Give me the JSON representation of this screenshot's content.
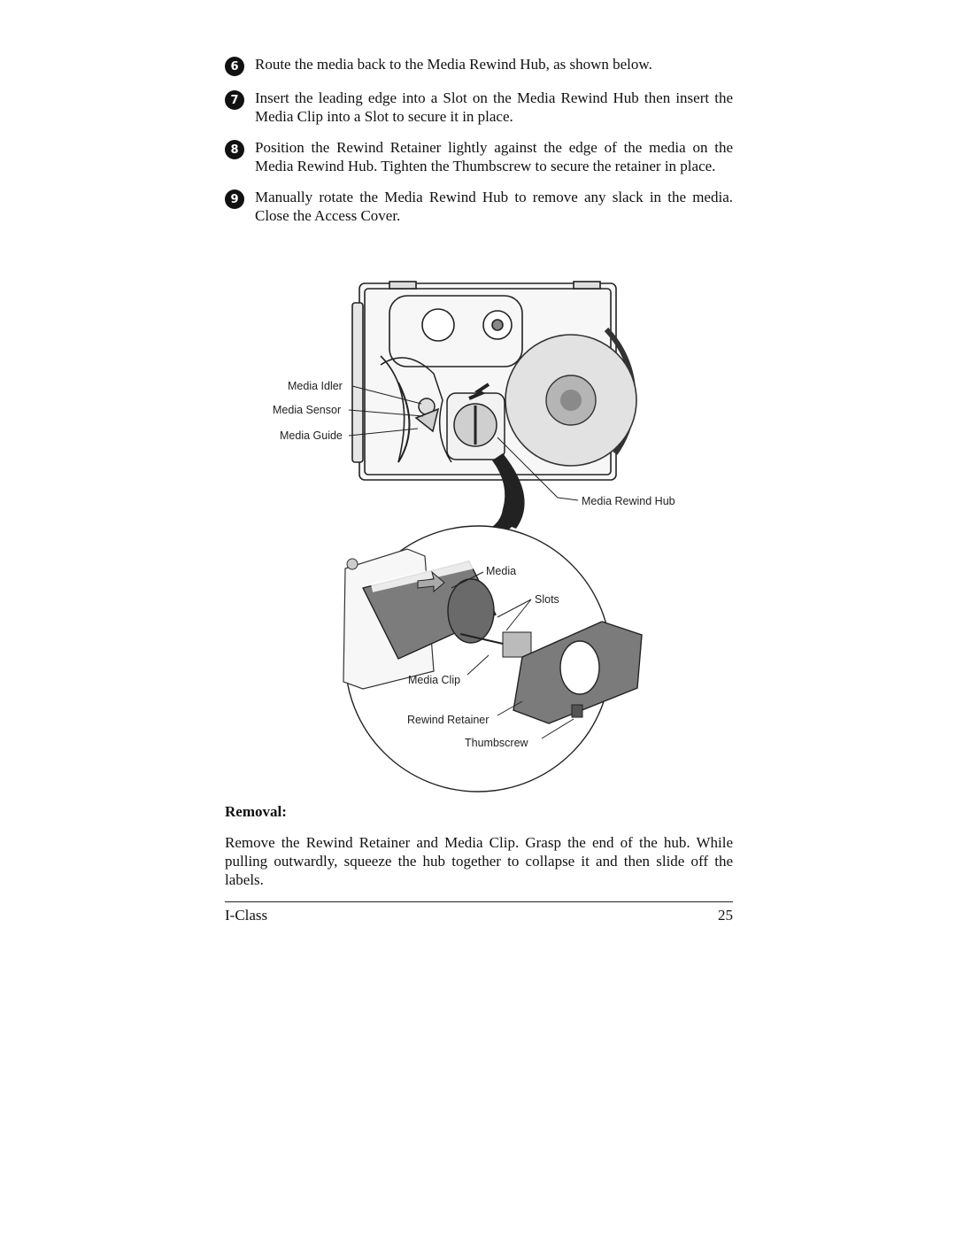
{
  "steps": [
    {
      "num": "6",
      "text": "Route the media back to the Media Rewind Hub, as shown below."
    },
    {
      "num": "7",
      "text": "Insert the leading edge into a Slot on the Media Rewind Hub then insert the Media Clip into a Slot to secure it in place."
    },
    {
      "num": "8",
      "text": "Position the Rewind Retainer lightly against the edge of the media on the Media Rewind Hub. Tighten the Thumbscrew to secure the retainer in place."
    },
    {
      "num": "9",
      "text": "Manually rotate the Media Rewind Hub to remove any slack in the media. Close the Access Cover."
    }
  ],
  "figure": {
    "labels": {
      "media_idler": "Media Idler",
      "media_sensor": "Media Sensor",
      "media_guide": "Media Guide",
      "media_rewind_hub": "Media Rewind Hub",
      "media": "Media",
      "slots": "Slots",
      "media_clip": "Media Clip",
      "rewind_retainer": "Rewind Retainer",
      "thumbscrew": "Thumbscrew"
    }
  },
  "removal": {
    "heading": "Removal:",
    "body": "Remove the Rewind Retainer and Media Clip. Grasp the end of the hub. While pulling outwardly, squeeze the hub together to collapse it and then slide off the labels."
  },
  "footer": {
    "left": "I-Class",
    "right": "25"
  }
}
